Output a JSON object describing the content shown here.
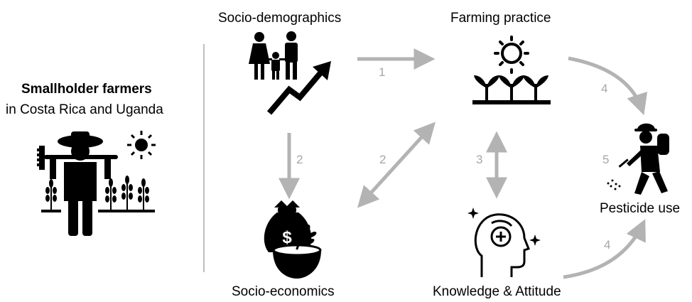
{
  "title": {
    "bold": "Smallholder farmers",
    "sub": "in Costa Rica and Uganda"
  },
  "nodes": {
    "socio_demographics": "Socio-demographics",
    "farming_practice": "Farming practice",
    "socio_economics": "Socio-economics",
    "knowledge_attitude": "Knowledge & Attitude",
    "pesticide_use": "Pesticide use"
  },
  "edges": {
    "e1": "1",
    "e2a": "2",
    "e2b": "2",
    "e3": "3",
    "e4a": "4",
    "e4b": "4",
    "e5": "5"
  },
  "colors": {
    "arrow": "#b3b3b3",
    "number": "#a6a6a6",
    "icon": "#000000",
    "divider": "#bfbfbf"
  },
  "icons": [
    "farmer-icon",
    "sun-icon",
    "family-icon",
    "trend-up-icon",
    "crops-icon",
    "money-bag-icon",
    "bowl-icon",
    "head-gear-icon",
    "sprayer-person-icon"
  ]
}
